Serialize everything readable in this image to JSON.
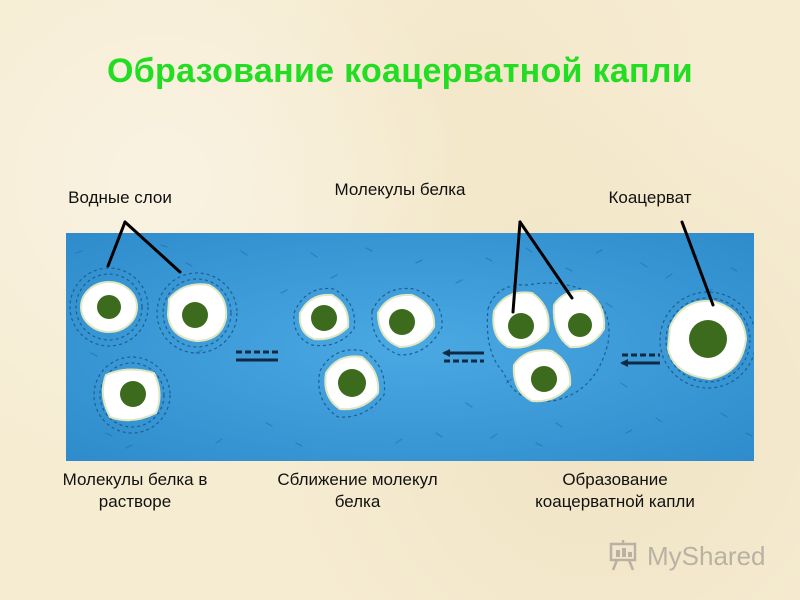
{
  "title": "Образование коацерватной капли",
  "labels": {
    "water_layers": "Водные слои",
    "protein_molecules": "Молекулы белка",
    "coacervate": "Коацерват"
  },
  "captions": {
    "stage1_line1": "Молекулы белка в",
    "stage1_line2": "растворе",
    "stage2_line1": "Сближение молекул",
    "stage2_line2": "белка",
    "stage3_line1": "Образование",
    "stage3_line2": "коацерватной капли"
  },
  "watermark": "MyShared",
  "colors": {
    "title": "#22dd22",
    "water": "#3a9bd8",
    "molecule_core": "#3c6b1e",
    "molecule_shell": "#ffffff"
  }
}
